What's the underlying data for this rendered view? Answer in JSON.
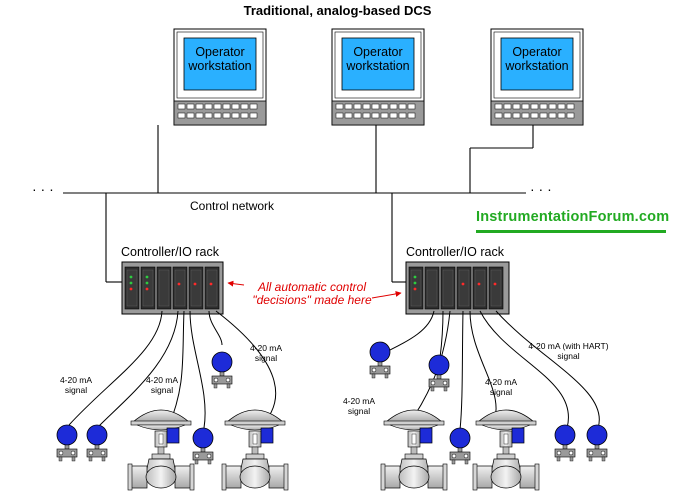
{
  "title": "Traditional, analog-based DCS",
  "network": {
    "label": "Control network",
    "ellipsis": "· · ·"
  },
  "workstations": [
    {
      "label": "Operator workstation"
    },
    {
      "label": "Operator workstation"
    },
    {
      "label": "Operator workstation"
    }
  ],
  "racks": [
    {
      "label": "Controller/IO rack"
    },
    {
      "label": "Controller/IO rack"
    }
  ],
  "annotation": {
    "line1": "All automatic control",
    "line2": "\"decisions\" made here",
    "color": "#e00000"
  },
  "signals": {
    "left_transmitter": {
      "line1": "4-20 mA",
      "line2": "signal"
    },
    "left_valve": {
      "line1": "4-20 mA",
      "line2": "signal"
    },
    "left_top": {
      "line1": "4-20 mA",
      "line2": "signal"
    },
    "right_transmitter": {
      "line1": "4-20 mA",
      "line2": "signal"
    },
    "right_valve": {
      "line1": "4-20 mA",
      "line2": "signal"
    },
    "right_hart": {
      "line1": "4-20 mA (with HART)",
      "line2": "signal"
    }
  },
  "brand": {
    "text": "InstrumentationForum.com",
    "color": "#22aa22"
  },
  "colors": {
    "screen": "#2ab0ff",
    "device": "#1d2bd8",
    "panel": "#9a9a9a",
    "card": "#2e2e2e"
  }
}
